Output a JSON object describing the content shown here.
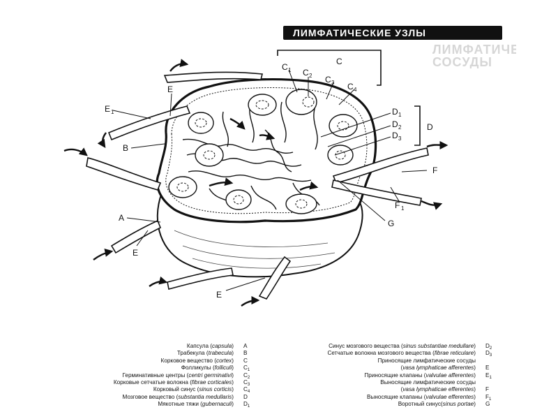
{
  "title": "ЛИМФАТИЧЕСКИЕ УЗЛЫ",
  "faded_heading": [
    "ЛИМФАТИЧЕСКИЕ",
    "СОСУДЫ"
  ],
  "diagram_labels": {
    "A": "A",
    "B": "B",
    "C": "C",
    "C1": "C",
    "C2": "C",
    "C3": "C",
    "C4": "C",
    "D": "D",
    "D1": "D",
    "D2": "D",
    "D3": "D",
    "E_top": "E",
    "E_left": "E",
    "E_bottom": "E",
    "E1_top": "E",
    "F": "F",
    "F1": "F",
    "G": "G",
    "sub1": "1",
    "sub2": "2",
    "sub3": "3",
    "sub4": "4"
  },
  "legend_left": [
    {
      "term": "Капсула (",
      "latin": "capsula",
      "close": ")",
      "code": "A",
      "sub": ""
    },
    {
      "term": "Трабекула (",
      "latin": "trabecula",
      "close": ")",
      "code": "B",
      "sub": ""
    },
    {
      "term": "Корковое вещество (",
      "latin": "cortex",
      "close": ")",
      "code": "C",
      "sub": ""
    },
    {
      "term": "Фолликулы (",
      "latin": "folliculi",
      "close": ")",
      "code": "C",
      "sub": "1"
    },
    {
      "term": "Герминативные центры (",
      "latin": "centri germinativi",
      "close": ")",
      "code": "C",
      "sub": "2"
    },
    {
      "term": "Корковые сетчатые волокна (",
      "latin": "fibrae corticales",
      "close": ")",
      "code": "C",
      "sub": "3"
    },
    {
      "term": "Корковый синус (",
      "latin": "sinus corticis",
      "close": ")",
      "code": "C",
      "sub": "4"
    },
    {
      "term": "Мозговое вещество (",
      "latin": "substantia medullaris",
      "close": ")",
      "code": "D",
      "sub": ""
    },
    {
      "term": "Мякотные тяжи (",
      "latin": "gubernaculi",
      "close": ")",
      "code": "D",
      "sub": "1"
    }
  ],
  "legend_right": [
    {
      "term": "Синус мозгового вещества (",
      "latin": "sinus substantiae medullare",
      "close": ")",
      "code": "D",
      "sub": "2"
    },
    {
      "term": "Сетчатые волокна мозгового вещества (",
      "latin": "fibrae reticulare",
      "close": ")",
      "code": "D",
      "sub": "3"
    },
    {
      "term": "Приносящие лимфатические сосуды",
      "latin": "",
      "close": "",
      "code": "",
      "sub": ""
    },
    {
      "term": "(",
      "latin": "vasa lymphaticae afferentes",
      "close": ")",
      "code": "E",
      "sub": ""
    },
    {
      "term": "Приносящие клапаны (",
      "latin": "valvulae afferentes",
      "close": ")",
      "code": "E",
      "sub": "1"
    },
    {
      "term": "Выносящие лимфатические сосуды",
      "latin": "",
      "close": "",
      "code": "",
      "sub": ""
    },
    {
      "term": "(",
      "latin": "vasa lymphaticae efferentes",
      "close": ")",
      "code": "F",
      "sub": ""
    },
    {
      "term": "Выносящие клапаны (",
      "latin": "valvulae efferentes",
      "close": ")",
      "code": "F",
      "sub": "1"
    },
    {
      "term": "Воротный синус(",
      "latin": "sinus portae",
      "close": ")",
      "code": "G",
      "sub": ""
    }
  ]
}
